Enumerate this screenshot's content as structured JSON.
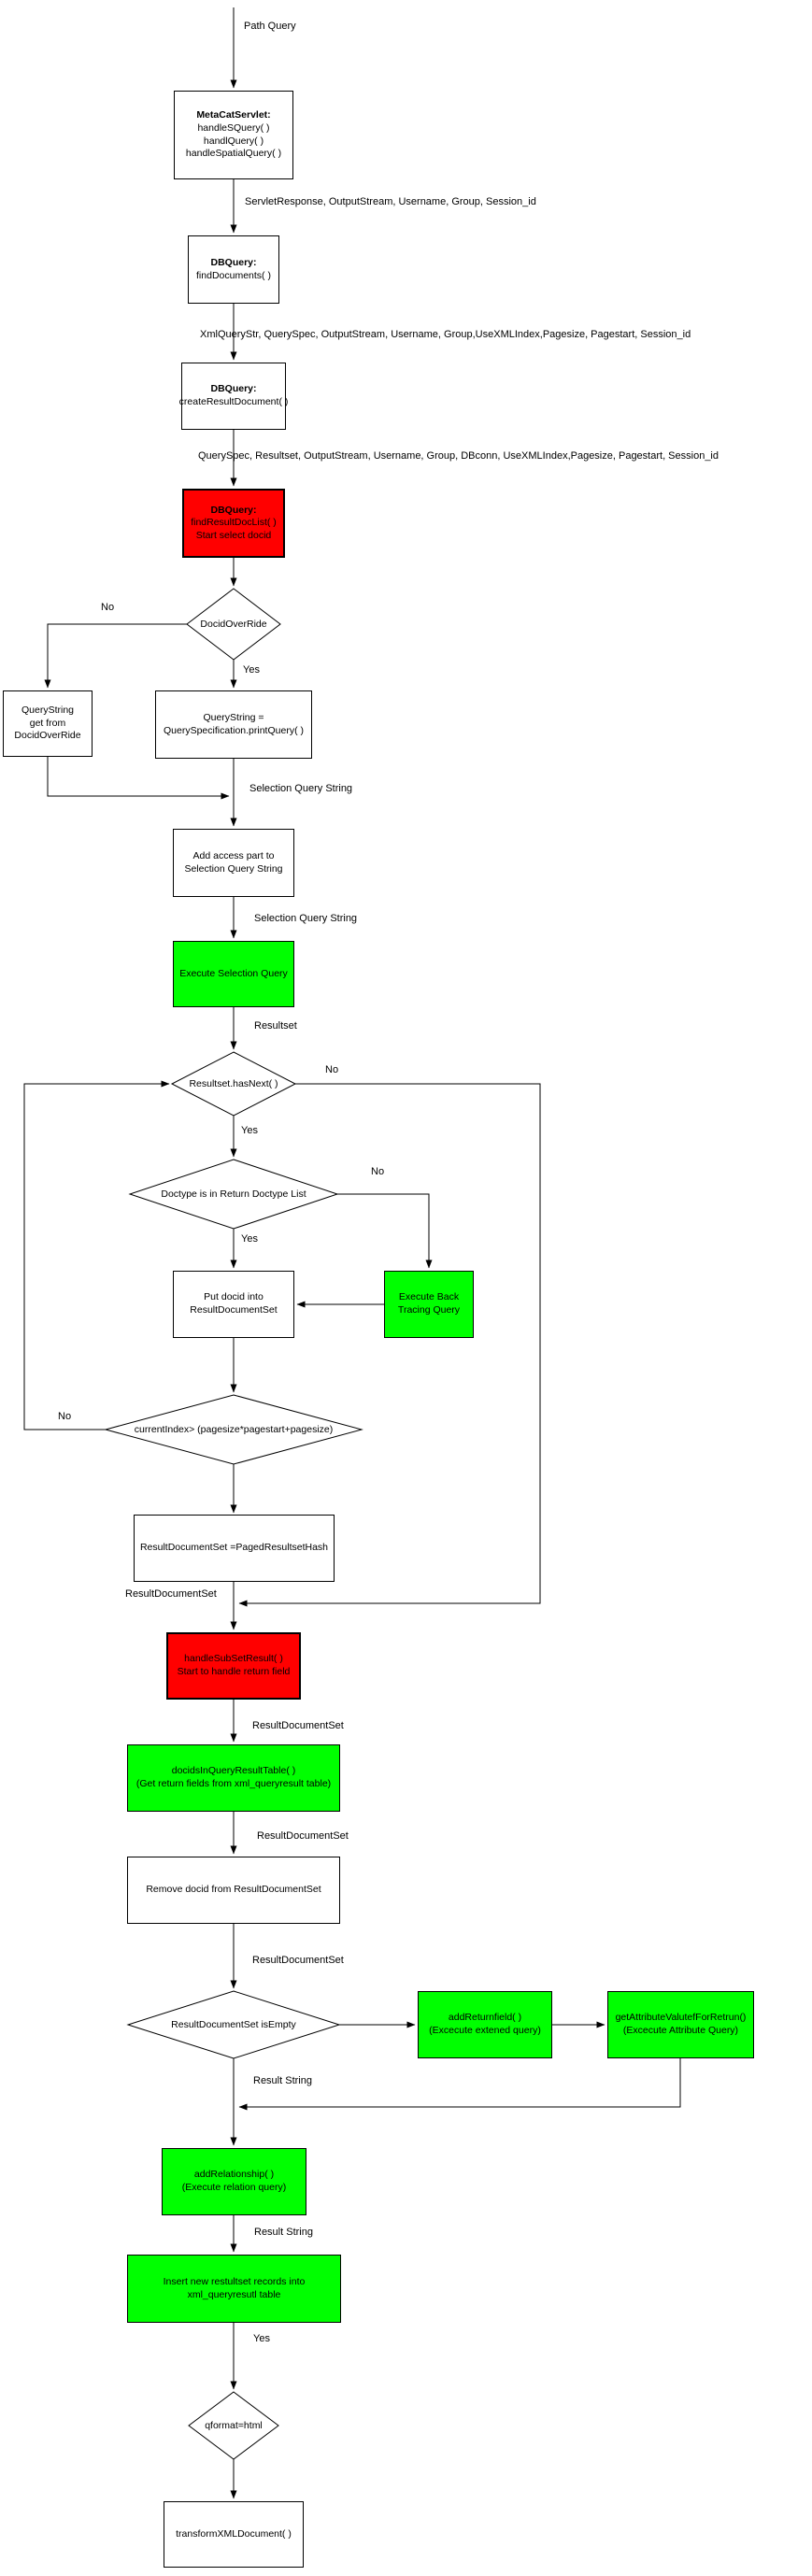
{
  "colors": {
    "process_fill": "#ffffff",
    "highlight_red": "#ff0000",
    "highlight_green": "#00ff00",
    "line": "#000000"
  },
  "nodes": {
    "metacat": {
      "type": "process",
      "lines": [
        "MetaCatServlet:",
        "handleSQuery( )",
        "handlQuery( )",
        "handleSpatialQuery( )"
      ]
    },
    "dbq_find": {
      "type": "process",
      "lines": [
        "DBQuery:",
        "findDocuments( )"
      ]
    },
    "dbq_create": {
      "type": "process",
      "lines": [
        "DBQuery:",
        "createResultDocument( )"
      ]
    },
    "find_doclist": {
      "type": "process-red",
      "lines": [
        "DBQuery:",
        "findResultDocList( )",
        "Start select docid"
      ]
    },
    "docid_override": {
      "type": "decision",
      "label": "DocidOverRide"
    },
    "qs_docid": {
      "type": "process",
      "lines": [
        "QueryString",
        "get from",
        "DocidOverRide"
      ]
    },
    "qs_spec": {
      "type": "process",
      "lines": [
        "QueryString =",
        "QuerySpecification.printQuery( )"
      ]
    },
    "add_access": {
      "type": "process",
      "lines": [
        "Add access part to",
        "Selection Query String"
      ]
    },
    "exec_selection": {
      "type": "process-green",
      "lines": [
        "Execute Selection Query"
      ]
    },
    "hasnext": {
      "type": "decision",
      "label": "Resultset.hasNext( )"
    },
    "doctype": {
      "type": "decision",
      "label": "Doctype is in Return Doctype List"
    },
    "put_docid": {
      "type": "process",
      "lines": [
        "Put docid into",
        "ResultDocumentSet"
      ]
    },
    "back_tracing": {
      "type": "process-green",
      "lines": [
        "Execute Back",
        "Tracing Query"
      ]
    },
    "currentindex": {
      "type": "decision",
      "label": "currentIndex> (pagesize*pagestart+pagesize)"
    },
    "paged_hash": {
      "type": "process",
      "lines": [
        "ResultDocumentSet =PagedResultsetHash"
      ]
    },
    "subset_result": {
      "type": "process-red",
      "lines": [
        "handleSubSetResult( )",
        "Start to handle return field"
      ]
    },
    "docids_table": {
      "type": "process-green",
      "lines": [
        "docidsInQueryResultTable( )",
        "(Get return fields from xml_queryresult table)"
      ]
    },
    "remove_docid": {
      "type": "process",
      "lines": [
        "Remove docid from ResultDocumentSet"
      ]
    },
    "isempty": {
      "type": "decision",
      "label": "ResultDocumentSet isEmpty"
    },
    "add_returnfield": {
      "type": "process-green",
      "lines": [
        "addReturnfield( )",
        "(Excecute extened query)"
      ]
    },
    "get_attribute": {
      "type": "process-green",
      "lines": [
        "getAttributeValutefForRetrun()",
        "(Excecute Attribute Query)"
      ]
    },
    "add_relationship": {
      "type": "process-green",
      "lines": [
        "addRelationship( )",
        "(Execute relation query)"
      ]
    },
    "insert_resultset": {
      "type": "process-green",
      "lines": [
        "Insert new restultset records into",
        "xml_queryresutl table"
      ]
    },
    "qformat": {
      "type": "decision",
      "label": "qformat=html"
    },
    "transform": {
      "type": "process",
      "lines": [
        "transformXMLDocument( )"
      ]
    }
  },
  "edges": {
    "path_query": "Path Query",
    "servlet_response": "ServletResponse, OutputStream,  Username, Group, Session_id",
    "xml_query_str": "XmlQueryStr, QuerySpec, OutputStream, Username, Group,UseXMLIndex,Pagesize, Pagestart, Session_id",
    "query_spec": "QuerySpec, Resultset, OutputStream, Username, Group, DBconn, UseXMLIndex,Pagesize, Pagestart, Session_id",
    "no_docid": "No",
    "yes_docid": "Yes",
    "selection_query_string_1": "Selection Query String",
    "selection_query_string_2": "Selection Query String",
    "resultset": "Resultset",
    "no_hasnext": "No",
    "yes_hasnext": "Yes",
    "no_doctype": "No",
    "yes_doctype": "Yes",
    "no_currentindex": "No",
    "resultdocumentset_junction": "ResultDocumentSet",
    "resultdocumentset_1": "ResultDocumentSet",
    "resultdocumentset_2": "ResultDocumentSet",
    "resultdocumentset_3": "ResultDocumentSet",
    "result_string_1": "Result String",
    "result_string_2": "Result String",
    "yes_qformat": "Yes"
  }
}
